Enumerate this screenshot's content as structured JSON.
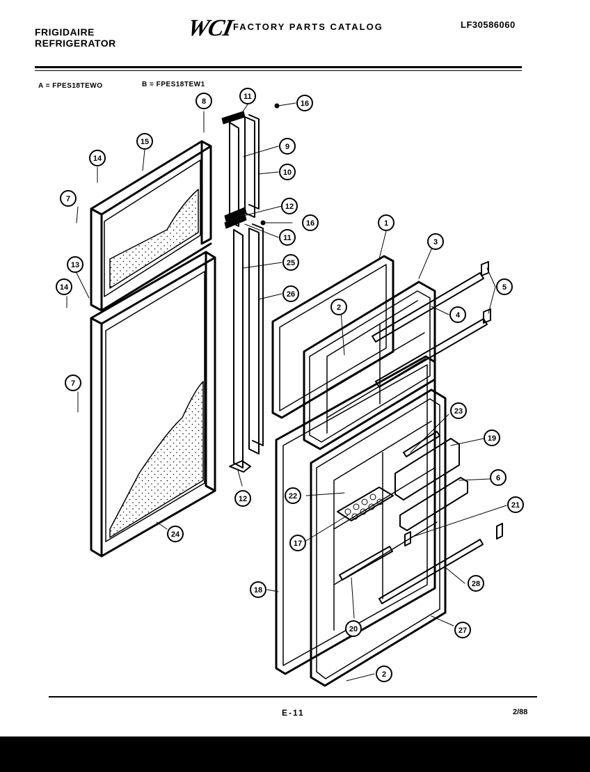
{
  "header": {
    "brand_line1": "FRIGIDAIRE",
    "brand_line2": "REFRIGERATOR",
    "logo": "WCI",
    "catalog_title": "FACTORY PARTS CATALOG",
    "doc_number": "LF30586060"
  },
  "models": {
    "a": "A = FPES18TEWO",
    "b": "B = FPES18TEW1"
  },
  "footer": {
    "page_number": "E-11",
    "date": "2/88"
  },
  "callouts": [
    "11",
    "16",
    "8",
    "9",
    "10",
    "12",
    "16",
    "11",
    "25",
    "26",
    "14",
    "15",
    "7",
    "13",
    "14",
    "7",
    "1",
    "3",
    "5",
    "4",
    "2",
    "23",
    "19",
    "6",
    "22",
    "21",
    "17",
    "18",
    "20",
    "28",
    "27",
    "2",
    "12",
    "24"
  ]
}
